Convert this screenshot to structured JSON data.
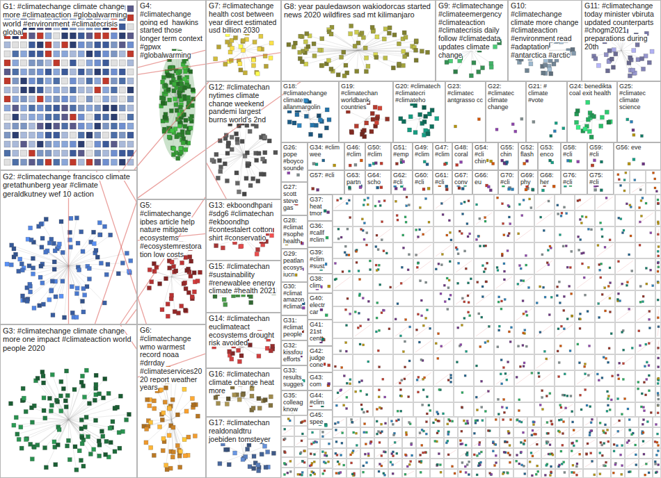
{
  "diagram": {
    "nodes": [
      {
        "text": [
          "G1: #climatechange climate change more #climateaction #globalwarming world #environment #climatecrisis global"
        ]
      },
      {
        "text": [
          "G4: #climatechange going ed_hawkins started those longer term context #gpwx #globalwarming"
        ]
      },
      {
        "text": [
          "G7: #climatechange health cost between year direct estimated usd billion 2030"
        ]
      },
      {
        "text": [
          "G8: year pauledawson wakiodorcas started news 2020 wildfires sad mt kilimanjaro"
        ]
      },
      {
        "text": [
          "G9: #climatechange #climateemergency #climateaction #climatecrisis daily follow #climatedata updates climate change"
        ]
      },
      {
        "text": [
          "G10: #climatechange climate more change #climateaction #environment read #adaptation #antarctica #arctic"
        ]
      },
      {
        "text": [
          "G11: #climatechange today minister vbiruta updated counterparts #chogm2021 preparations during 20th"
        ]
      },
      {
        "text": [
          "G12: #climatechan nytimes climate change weekend pandemi largest burns world's 2nd"
        ]
      },
      {
        "text": [
          "G18: #climatechange climate allanmargolin"
        ]
      },
      {
        "text": [
          "G19: #climatechan worldbank countries"
        ]
      },
      {
        "text": [
          "G20: #climatech #climatecri #climateho"
        ]
      },
      {
        "text": [
          "G23: #climatec antgrasso cc"
        ]
      },
      {
        "text": [
          "G22: #climatec climate change"
        ]
      },
      {
        "text": [
          "G21: # climate #vote"
        ]
      },
      {
        "text": [
          "G24: benedikta coal exit health"
        ]
      },
      {
        "text": [
          "G25: #climatec climate science"
        ]
      },
      {
        "text": [
          "G26: pope #boyco sounde"
        ]
      },
      {
        "text": [
          "G34: #clim wee"
        ]
      },
      {
        "text": [
          "G46: #clim"
        ]
      },
      {
        "text": [
          "G50: #clim"
        ]
      },
      {
        "text": [
          "G51: #emp"
        ]
      },
      {
        "text": [
          "G49: #clim"
        ]
      },
      {
        "text": [
          "G47: #clim"
        ]
      },
      {
        "text": [
          "G48: coral"
        ]
      },
      {
        "text": [
          "G54: #cli chin"
        ]
      },
      {
        "text": [
          "G55: chin"
        ]
      },
      {
        "text": [
          "G52: flash"
        ]
      },
      {
        "text": [
          "G53: enco"
        ]
      },
      {
        "text": [
          "G58: #cli"
        ]
      },
      {
        "text": [
          "G59: #cli"
        ]
      },
      {
        "text": [
          "G56: eve"
        ]
      },
      {
        "text": [
          "G2: #climatechange francisco climate gretathunberg year #climate geraldkutney wef 10 action"
        ]
      },
      {
        "text": [
          "G5: #climatechange ipbes article help nature mitigate ecosystems #ecosystemrestoration low costs"
        ]
      },
      {
        "text": [
          "G13: ekboondhpani #sdg6 #climatechan #ekboondhp #contestalert cotton shirt #conservatio"
        ]
      },
      {
        "text": [
          "G27: scott steve gas"
        ]
      },
      {
        "text": [
          "G57: #cli"
        ]
      },
      {
        "text": [
          "G63: partn"
        ]
      },
      {
        "text": [
          "G64: scho"
        ]
      },
      {
        "text": [
          "G62: #cli"
        ]
      },
      {
        "text": [
          "G60: #cli"
        ]
      },
      {
        "text": [
          "G61: #cli"
        ]
      },
      {
        "text": [
          "G67: conv"
        ]
      },
      {
        "text": [
          "G66: eu"
        ]
      },
      {
        "text": [
          "G70: #cli"
        ]
      },
      {
        "text": [
          "G69: phy"
        ]
      },
      {
        "text": [
          "G68: her"
        ]
      },
      {
        "text": [
          "G76: #cli"
        ]
      },
      {
        "text": [
          "G75: #cli"
        ]
      },
      {
        "text": [
          "G37: heat tmor"
        ]
      },
      {
        "text": [
          "G28: #climat #sophe health"
        ]
      },
      {
        "text": [
          "G36: #callf #clim"
        ]
      },
      {
        "text": [
          "G15: #climatechan #sustainability #renewablee energy climate #health 2021"
        ]
      },
      {
        "text": [
          "G29: peatlan ecosys iucn"
        ]
      },
      {
        "text": [
          "G39: #clim #sust"
        ]
      },
      {
        "text": [
          "G38: clim"
        ]
      },
      {
        "text": [
          "G30: #climat amazon #climat"
        ]
      },
      {
        "text": [
          "G40: electr car"
        ]
      },
      {
        "text": [
          "G14: #climatechan euclimateact ecosystems drought risk avoided"
        ]
      },
      {
        "text": [
          "G31: #climat people"
        ]
      },
      {
        "text": [
          "G41: 21st cent"
        ]
      },
      {
        "text": [
          "G3: #climatechange climate change more one impact #climateaction world people 2020"
        ]
      },
      {
        "text": [
          "G6: #climatechange wmo warmest record noaa #drrday #climateservices2020 report weather years"
        ]
      },
      {
        "text": [
          "G32: kissfou efforts"
        ]
      },
      {
        "text": [
          "G42: judge cone"
        ]
      },
      {
        "text": [
          "G16: #climatechan climate change heat more"
        ]
      },
      {
        "text": [
          "G33: results sugges"
        ]
      },
      {
        "text": [
          "G43: com"
        ]
      },
      {
        "text": [
          "G35: colleag know"
        ]
      },
      {
        "text": [
          "G44: #clim"
        ]
      },
      {
        "text": [
          "G45: spee"
        ]
      },
      {
        "text": [
          "G17: #climatechan realdonaldtru joebiden tomsteyer"
        ]
      }
    ],
    "edges": [
      {
        "from": 0,
        "to": 60,
        "arrow": "none"
      },
      {
        "from": 0,
        "to": 32,
        "arrow": "none"
      },
      {
        "from": 0,
        "to": 61,
        "arrow": "none"
      },
      {
        "from": 0,
        "to": 2,
        "arrow": "none"
      },
      {
        "from": 0,
        "to": 3,
        "arrow": "none"
      },
      {
        "from": 31,
        "to": 1,
        "arrow": "none"
      },
      {
        "from": 31,
        "to": 61,
        "arrow": "none"
      },
      {
        "from": 31,
        "to": 2,
        "arrow": "none"
      },
      {
        "from": 31,
        "to": 3,
        "arrow": "none"
      },
      {
        "from": 31,
        "to": 33,
        "arrow": "none"
      },
      {
        "from": 60,
        "to": 32,
        "arrow": "none"
      },
      {
        "from": 60,
        "to": 1,
        "arrow": "none"
      },
      {
        "from": 60,
        "to": 7,
        "arrow": "none"
      },
      {
        "from": 60,
        "to": 57,
        "arrow": "none"
      },
      {
        "from": 1,
        "to": 2,
        "arrow": "none"
      },
      {
        "from": 1,
        "to": 33,
        "arrow": "none"
      },
      {
        "from": 32,
        "to": 61,
        "arrow": "none"
      },
      {
        "from": 61,
        "to": 64,
        "arrow": "none"
      }
    ]
  }
}
